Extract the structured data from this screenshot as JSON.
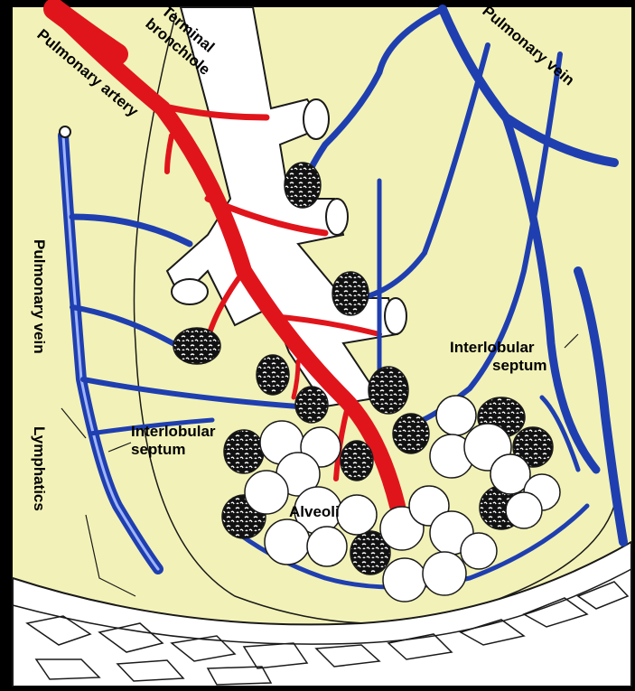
{
  "labels": {
    "terminal_bronchiole_line1": "Terminal",
    "terminal_bronchiole_line2": "bronchiole",
    "pulmonary_artery": "Pulmonary artery",
    "pulmonary_vein_top": "Pulmonary vein",
    "pulmonary_vein_left": "Pulmonary vein",
    "lymphatics": "Lymphatics",
    "interlobular_septum_left_line1": "Interlobular",
    "interlobular_septum_left_line2": "septum",
    "interlobular_septum_right_line1": "Interlobular",
    "interlobular_septum_right_line2": "septum",
    "alveoli": "Alveoli"
  },
  "colors": {
    "frame": "#000000",
    "background": "#f2f2b8",
    "artery": "#e0151c",
    "vein": "#1f3fb0",
    "bronchiole": "#ffffff",
    "alveolus_fill": "#ffffff",
    "capillary_net": "#111111",
    "outline": "#1a1a1a"
  }
}
